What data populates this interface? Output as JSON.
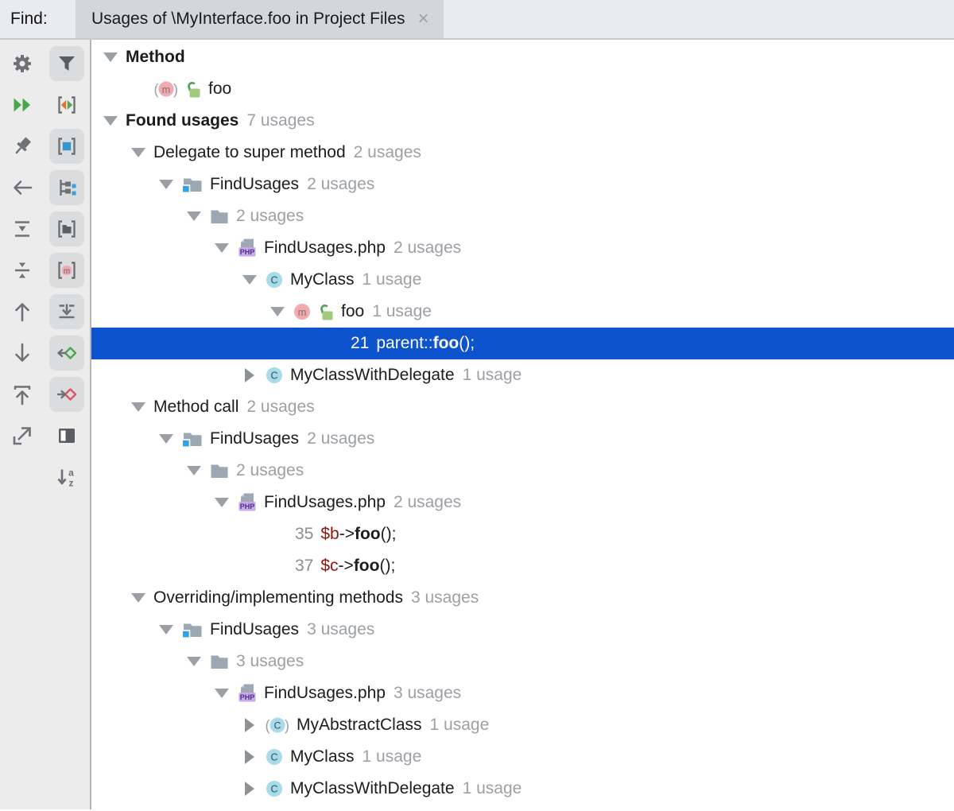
{
  "header": {
    "find_label": "Find:",
    "tab_title": "Usages of \\MyInterface.foo in Project Files",
    "close_glyph": "×"
  },
  "toolbar": {
    "left_buttons": [
      {
        "name": "settings",
        "icon": "gear-icon",
        "toggled": false
      },
      {
        "name": "rerun-search",
        "icon": "rerun-icon",
        "toggled": false
      },
      {
        "name": "pin-tab",
        "icon": "pin-icon",
        "toggled": false
      },
      {
        "name": "navigate-back",
        "icon": "arrow-left-icon",
        "toggled": false
      },
      {
        "name": "expand-all",
        "icon": "expand-all-icon",
        "toggled": false
      },
      {
        "name": "collapse-all",
        "icon": "collapse-all-icon",
        "toggled": false
      },
      {
        "name": "previous-occurrence",
        "icon": "arrow-up-icon",
        "toggled": false
      },
      {
        "name": "next-occurrence",
        "icon": "arrow-down-icon",
        "toggled": false
      },
      {
        "name": "show-in-editor",
        "icon": "arrow-up-bar-icon",
        "toggled": false
      },
      {
        "name": "open-in-new-window",
        "icon": "open-new-window-icon",
        "toggled": false
      }
    ],
    "right_buttons": [
      {
        "name": "filter",
        "icon": "filter-icon",
        "toggled": true
      },
      {
        "name": "merge-usages",
        "icon": "brackets-arrows-icon",
        "toggled": false
      },
      {
        "name": "group-by-usage-type",
        "icon": "brackets-square-icon",
        "toggled": true
      },
      {
        "name": "group-by-module",
        "icon": "group-tree-icon",
        "toggled": true
      },
      {
        "name": "group-by-directory",
        "icon": "brackets-folder-icon",
        "toggled": true
      },
      {
        "name": "group-by-method",
        "icon": "brackets-method-icon",
        "toggled": true
      },
      {
        "name": "scroll-to-end",
        "icon": "scroll-to-end-icon",
        "toggled": true
      },
      {
        "name": "jump-to-source-green",
        "icon": "green-diamond-arrow-icon",
        "toggled": true
      },
      {
        "name": "jump-to-source-red",
        "icon": "red-diamond-arrow-icon",
        "toggled": true
      },
      {
        "name": "toggle-preview",
        "icon": "preview-layout-icon",
        "toggled": false
      },
      {
        "name": "sort-alphabetically",
        "icon": "sort-alpha-icon",
        "toggled": false
      }
    ]
  },
  "tree": {
    "rows": [
      {
        "level": 0,
        "chevron": "expanded",
        "icons": [],
        "label": "Method",
        "bold": true,
        "count": ""
      },
      {
        "level": 1,
        "chevron": "none",
        "icons": [
          "method-paren-icon",
          "lock-icon"
        ],
        "label": "foo",
        "bold": false,
        "count": ""
      },
      {
        "level": 0,
        "chevron": "expanded",
        "icons": [],
        "label": "Found usages",
        "bold": true,
        "count": "7 usages"
      },
      {
        "level": 1,
        "chevron": "expanded",
        "icons": [],
        "label": "Delegate to super method",
        "bold": false,
        "count": "2 usages"
      },
      {
        "level": 2,
        "chevron": "expanded",
        "icons": [
          "module-folder-icon"
        ],
        "label": "FindUsages",
        "bold": false,
        "count": "2 usages"
      },
      {
        "level": 3,
        "chevron": "expanded",
        "icons": [
          "folder-icon"
        ],
        "label": "",
        "bold": false,
        "count": "2 usages"
      },
      {
        "level": 4,
        "chevron": "expanded",
        "icons": [
          "php-file-icon"
        ],
        "label": "FindUsages.php",
        "bold": false,
        "count": "2 usages"
      },
      {
        "level": 5,
        "chevron": "expanded",
        "icons": [
          "class-icon"
        ],
        "label": "MyClass",
        "bold": false,
        "count": "1 usage"
      },
      {
        "level": 6,
        "chevron": "expanded",
        "icons": [
          "method-icon",
          "lock-icon"
        ],
        "label": "foo",
        "bold": false,
        "count": "1 usage"
      },
      {
        "level": 7,
        "selected": true,
        "code": [
          {
            "text": "21",
            "style": "lineno"
          },
          {
            "text": "parent::",
            "style": "plain"
          },
          {
            "text": "foo",
            "style": "bold"
          },
          {
            "text": "();",
            "style": "plain"
          }
        ]
      },
      {
        "level": 5,
        "chevron": "collapsed",
        "icons": [
          "class-icon"
        ],
        "label": "MyClassWithDelegate",
        "bold": false,
        "count": "1 usage"
      },
      {
        "level": 1,
        "chevron": "expanded",
        "icons": [],
        "label": "Method call",
        "bold": false,
        "count": "2 usages"
      },
      {
        "level": 2,
        "chevron": "expanded",
        "icons": [
          "module-folder-icon"
        ],
        "label": "FindUsages",
        "bold": false,
        "count": "2 usages"
      },
      {
        "level": 3,
        "chevron": "expanded",
        "icons": [
          "folder-icon"
        ],
        "label": "",
        "bold": false,
        "count": "2 usages"
      },
      {
        "level": 4,
        "chevron": "expanded",
        "icons": [
          "php-file-icon"
        ],
        "label": "FindUsages.php",
        "bold": false,
        "count": "2 usages"
      },
      {
        "level": 5,
        "code": [
          {
            "text": "35",
            "style": "lineno"
          },
          {
            "text": "$b",
            "style": "var"
          },
          {
            "text": "->",
            "style": "plain"
          },
          {
            "text": "foo",
            "style": "bold"
          },
          {
            "text": "();",
            "style": "plain"
          }
        ]
      },
      {
        "level": 5,
        "code": [
          {
            "text": "37",
            "style": "lineno"
          },
          {
            "text": "$c",
            "style": "var"
          },
          {
            "text": "->",
            "style": "plain"
          },
          {
            "text": "foo",
            "style": "bold"
          },
          {
            "text": "();",
            "style": "plain"
          }
        ]
      },
      {
        "level": 1,
        "chevron": "expanded",
        "icons": [],
        "label": "Overriding/implementing methods",
        "bold": false,
        "count": "3 usages"
      },
      {
        "level": 2,
        "chevron": "expanded",
        "icons": [
          "module-folder-icon"
        ],
        "label": "FindUsages",
        "bold": false,
        "count": "3 usages"
      },
      {
        "level": 3,
        "chevron": "expanded",
        "icons": [
          "folder-icon"
        ],
        "label": "",
        "bold": false,
        "count": "3 usages"
      },
      {
        "level": 4,
        "chevron": "expanded",
        "icons": [
          "php-file-icon"
        ],
        "label": "FindUsages.php",
        "bold": false,
        "count": "3 usages"
      },
      {
        "level": 5,
        "chevron": "collapsed",
        "icons": [
          "class-paren-icon"
        ],
        "label": "MyAbstractClass",
        "bold": false,
        "count": "1 usage"
      },
      {
        "level": 5,
        "chevron": "collapsed",
        "icons": [
          "class-icon"
        ],
        "label": "MyClass",
        "bold": false,
        "count": "1 usage"
      },
      {
        "level": 5,
        "chevron": "collapsed",
        "icons": [
          "class-icon"
        ],
        "label": "MyClassWithDelegate",
        "bold": false,
        "count": "1 usage"
      }
    ]
  },
  "colors": {
    "selection_blue": "#0D53CE",
    "count_gray": "#9CA0A5",
    "variable_red": "#8B1713",
    "line_number_gray": "#8C8C8C",
    "accent_blue": "#36A4DC",
    "method_pink": "#F2A9AF",
    "class_blue": "#A7DBE9",
    "lock_green": "#A2CA7B",
    "php_badge_purple": "#C9ABEC",
    "toolbar_bg": "#ECECEC",
    "tab_bg": "#D3D6DC",
    "topbar_bg": "#E9EBEF"
  }
}
